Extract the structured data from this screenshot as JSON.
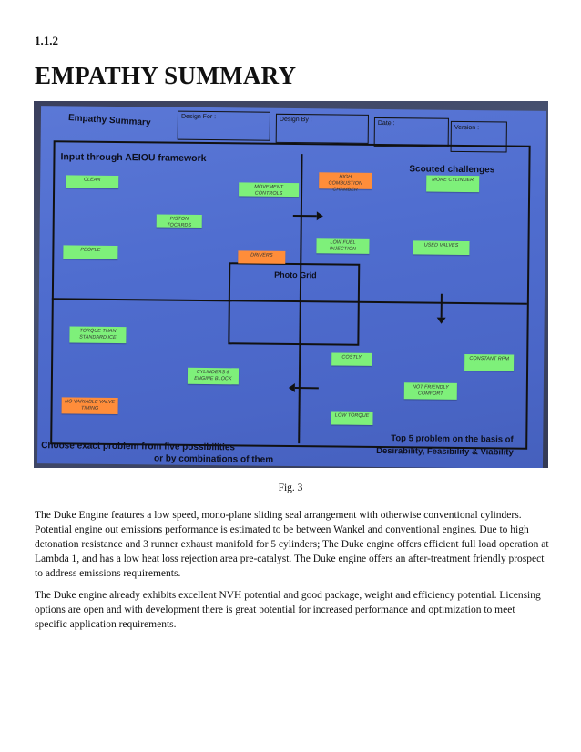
{
  "section_number": "1.1.2",
  "section_title": "EMPATHY SUMMARY",
  "figure": {
    "board": {
      "title": "Empathy Summary",
      "design_for": "Design For :",
      "design_by": "Design By :",
      "date": "Date :",
      "version": "Version :",
      "quadrant_left_top": "Input through AEIOU framework",
      "quadrant_right_top": "Scouted challenges",
      "center": "Photo Grid",
      "bottom_left_line1": "Choose exact problem from five possibilities",
      "bottom_left_line2": "or by combinations of them",
      "bottom_right_line1": "Top 5 problem on the basis of",
      "bottom_right_line2": "Desirability, Feasibility & Viability",
      "notes": {
        "clean": "CLEAN",
        "pisto": "PISTON TOCARDS",
        "people": "PEOPLE",
        "movement": "MOVEMENT CONTROLS",
        "drivers": "DRIVERS",
        "high_combustion": "HIGH COMBUSTION CHAMBER",
        "low_fuel": "LOW FUEL INJECTION",
        "more_cylinder": "MORE CYLINDER",
        "used_valves": "USED VALVES",
        "torque": "TORQUE THAN STANDARD ICE",
        "cylinders_block": "CYLINDERS & ENGINE BLOCK",
        "no_variable": "NO VARIABLE VALVE TIMING",
        "costly": "COSTLY",
        "constant_rpm": "CONSTANT RPM",
        "not_friendly": "NOT FRIENDLY COMFORT",
        "low_torque": "LOW TORQUE"
      }
    },
    "caption": "Fig. 3"
  },
  "paragraphs": [
    "The Duke Engine features a low speed, mono-plane sliding seal arrangement with otherwise conventional cylinders. Potential engine out emissions performance is estimated to be between Wankel and conventional engines. Due to high detonation resistance and 3 runner exhaust manifold for 5 cylinders; The Duke engine offers efficient full load operation at Lambda 1, and has a low heat loss rejection area pre-catalyst. The Duke engine offers an after-treatment friendly prospect to address emissions requirements.",
    "The Duke engine already exhibits excellent NVH potential and good package, weight and efficiency potential. Licensing options are open and with development there is great potential for increased performance and optimization to meet specific application requirements."
  ],
  "colors": {
    "sheet_blue": "#4f6dcf",
    "sticky_green": "#7ef07a",
    "sticky_orange": "#ff8d3a"
  }
}
